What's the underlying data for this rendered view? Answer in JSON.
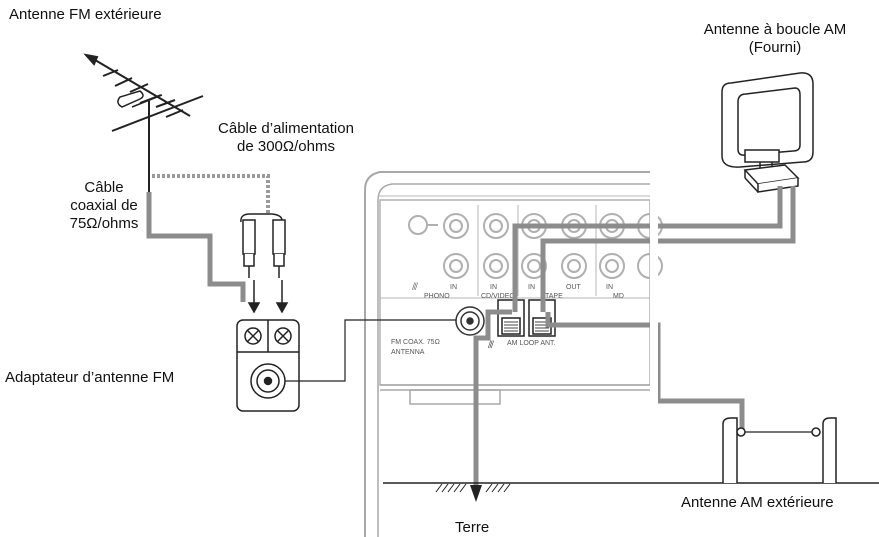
{
  "labels": {
    "fm_outdoor_antenna": "Antenne FM extérieure",
    "power_cable_line1": "Câble d’alimentation",
    "power_cable_line2": "de 300Ω/ohms",
    "coax_line1": "Câble",
    "coax_line2": "coaxial de",
    "coax_line3": "75Ω/ohms",
    "fm_adapter": "Adaptateur d’antenne FM",
    "am_loop_line1": "Antenne à boucle AM",
    "am_loop_line2": "(Fourni)",
    "am_outdoor": "Antenne AM extérieure",
    "ground": "Terre"
  },
  "panel": {
    "phono": "PHONO",
    "cd_video": "CD/VIDEO",
    "tape": "TAPE",
    "md": "MD",
    "in": "IN",
    "out": "OUT",
    "fm_coax_line1": "FM COAX. 75Ω",
    "fm_coax_line2": "ANTENNA",
    "am_loop_ant": "AM LOOP ANT."
  },
  "colors": {
    "cable_gray": "#8c8c8c",
    "line_dark": "#222222",
    "panel_gray": "#a8a8a8"
  }
}
